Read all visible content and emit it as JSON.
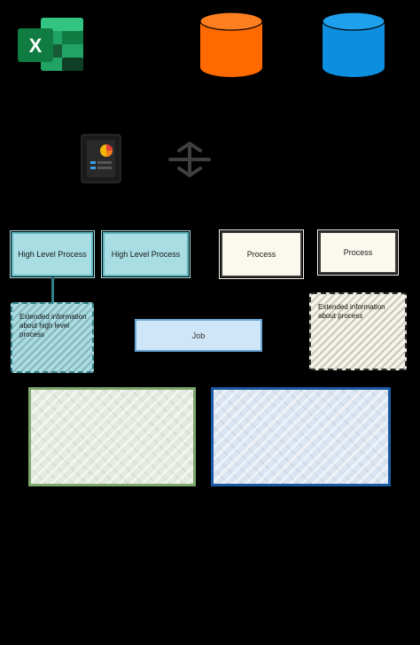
{
  "icons": {
    "excel": {
      "label": "",
      "glyph": "X",
      "color": "#1e7145",
      "accent": "#33c481"
    },
    "middle_label": "",
    "db_orange": {
      "label": "",
      "color": "#ff6a00"
    },
    "db_blue": {
      "label": "",
      "color": "#0d8fe0"
    },
    "report": {
      "label": ""
    },
    "connector": {
      "label": ""
    },
    "third_label": ""
  },
  "processes": {
    "high_level_1": "High Level Process",
    "high_level_2": "High Level Process",
    "process_1": "Process",
    "process_2": "Process",
    "job": "Job"
  },
  "notes": {
    "teal": "Extended information about high level process",
    "cream": "Extended information about process"
  },
  "containers": {
    "green_label": "",
    "blue_label": ""
  },
  "colors": {
    "teal_fill": "#a8dde3",
    "teal_border": "#5fb7c2",
    "cream_fill": "#fbf8ee",
    "job_fill": "#cfe6f8",
    "green_border": "#7fa86e",
    "blue_border": "#1a5aa5"
  }
}
